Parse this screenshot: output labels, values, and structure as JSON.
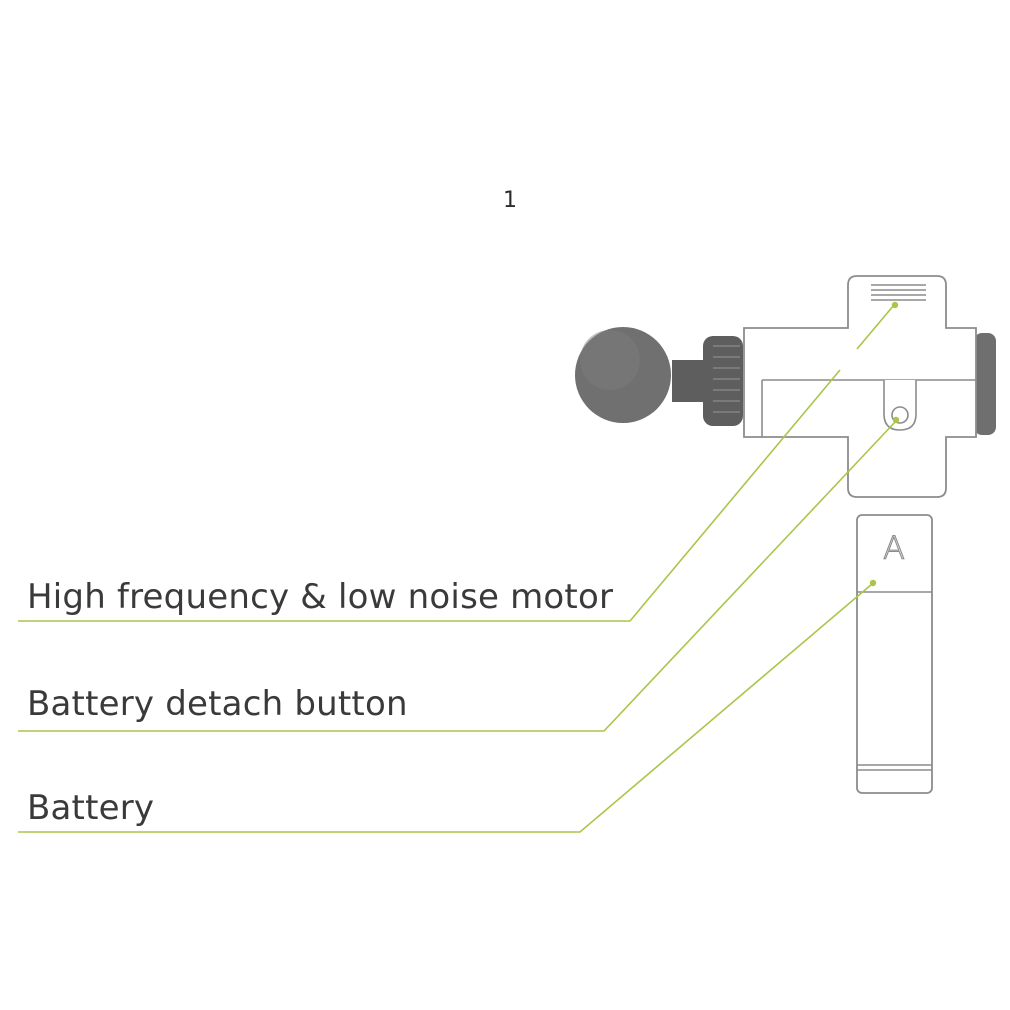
{
  "diagram": {
    "page_number": "1",
    "leader_color": "#a9c64a",
    "outline_color": "#8c8c8c",
    "head_color": "#707070",
    "callouts": [
      {
        "label": "High frequency & low noise motor"
      },
      {
        "label": "Battery detach button"
      },
      {
        "label": "Battery"
      }
    ],
    "battery_glyph": "A"
  }
}
